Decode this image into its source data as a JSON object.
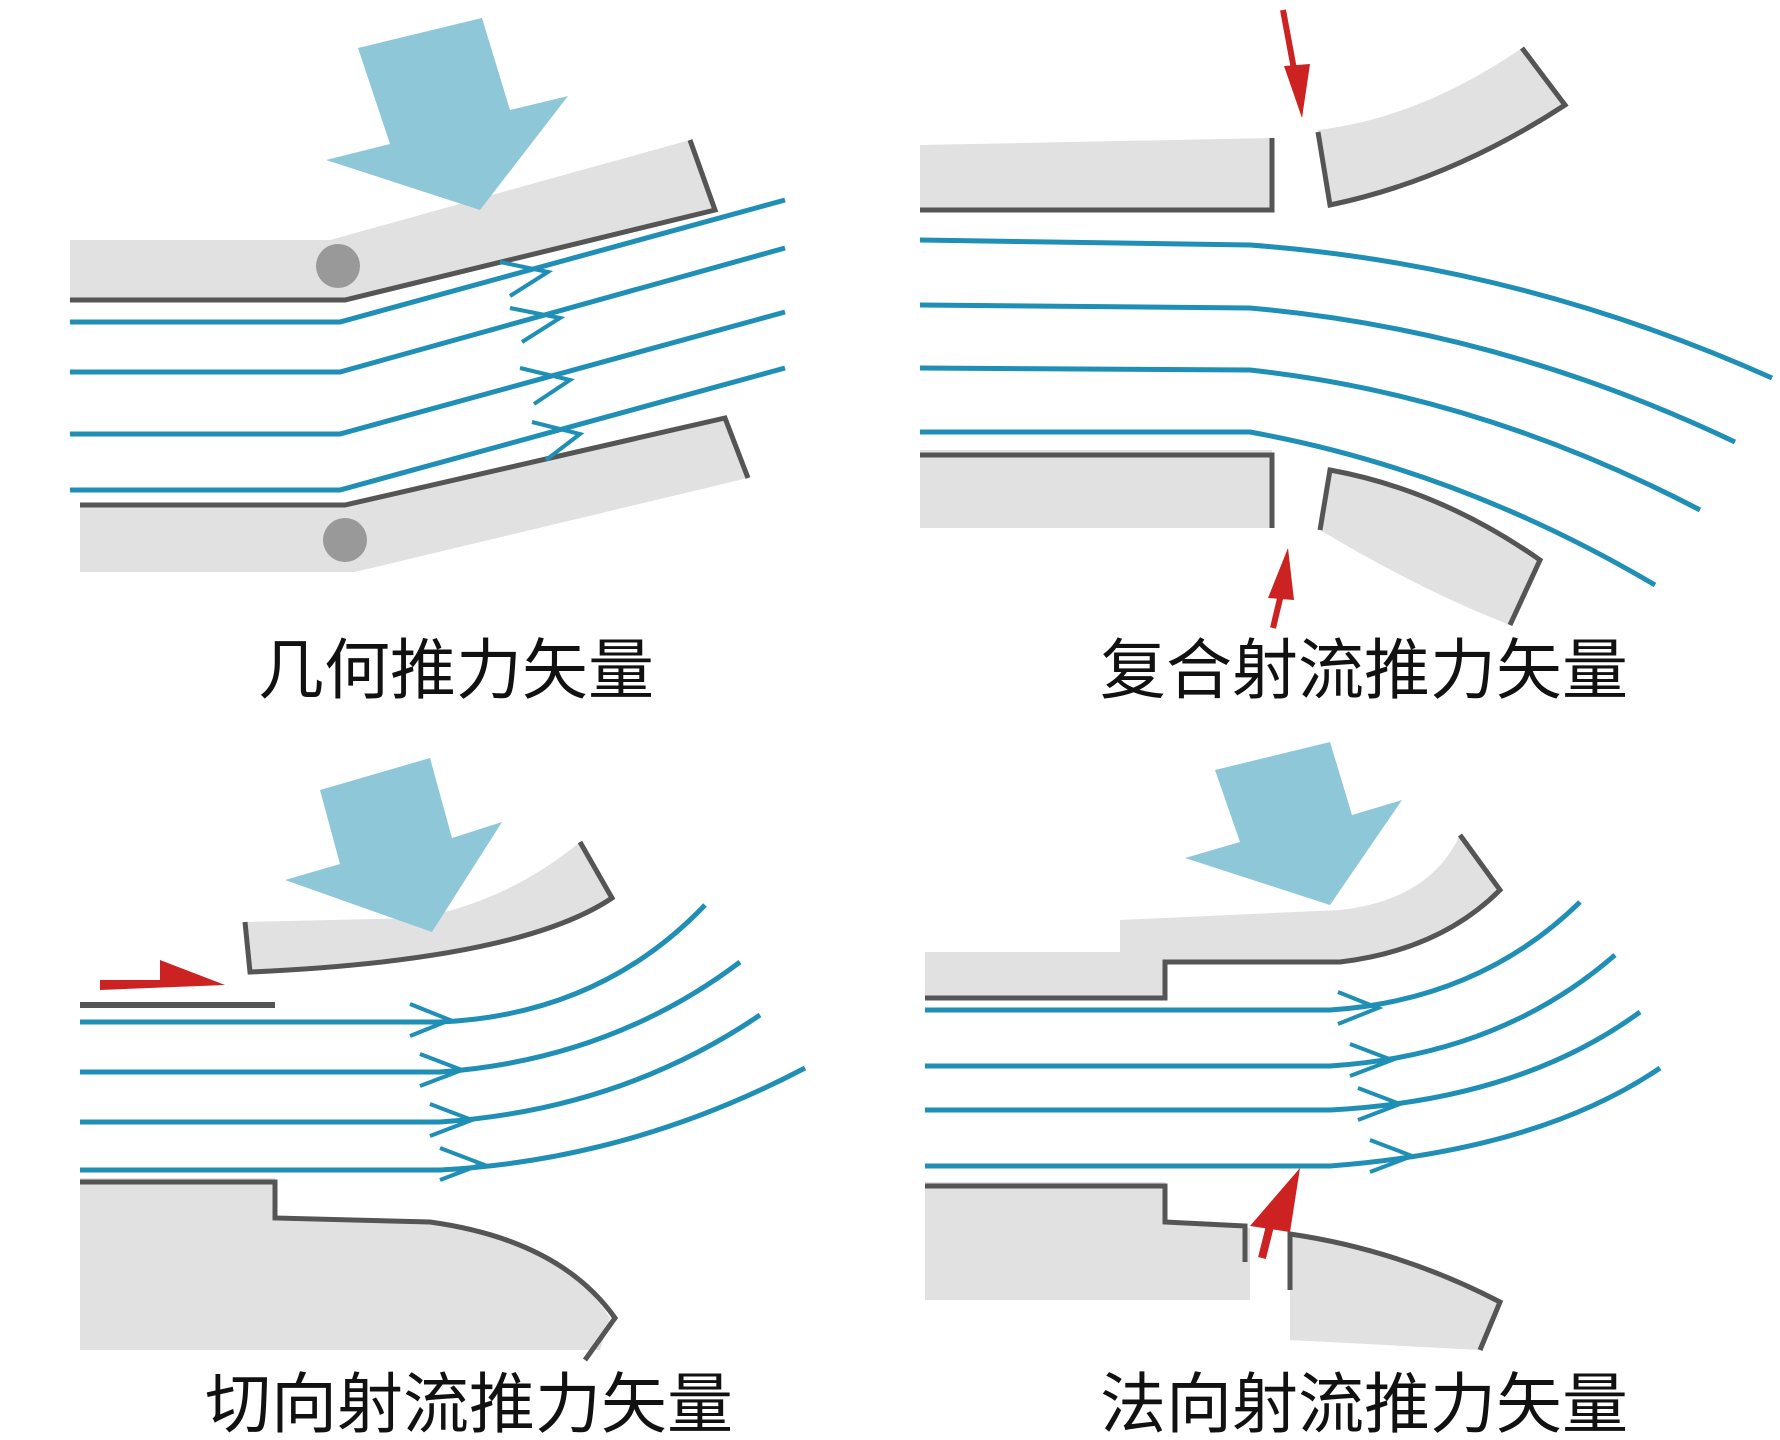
{
  "colors": {
    "wall_fill": "#e1e1e1",
    "wall_edge": "#555555",
    "flow_line": "#1f8fb5",
    "thrust_arrow": "#8ec8d8",
    "control_jet": "#cc2222",
    "hinge": "#999999"
  },
  "panels": [
    {
      "caption": "几何推力矢量"
    },
    {
      "caption": "复合射流推力矢量"
    },
    {
      "caption": "切向射流推力矢量"
    },
    {
      "caption": "法向射流推力矢量"
    }
  ]
}
